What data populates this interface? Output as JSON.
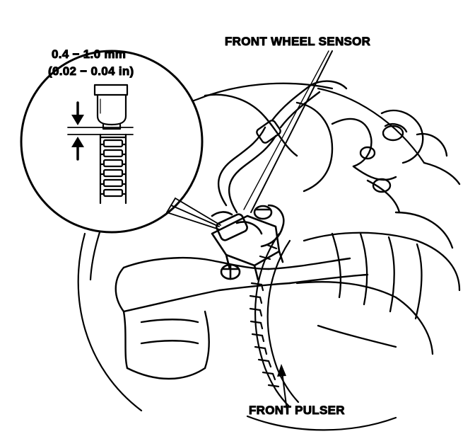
{
  "labels": {
    "front_wheel_sensor": "FRONT WHEEL SENSOR",
    "front_pulser": "FRONT PULSER"
  },
  "clearance": {
    "metric": "0.4 − 1.0 mm",
    "imperial": "(0.02 − 0.04 in)"
  },
  "colors": {
    "ink": "#000000",
    "paper": "#ffffff"
  }
}
